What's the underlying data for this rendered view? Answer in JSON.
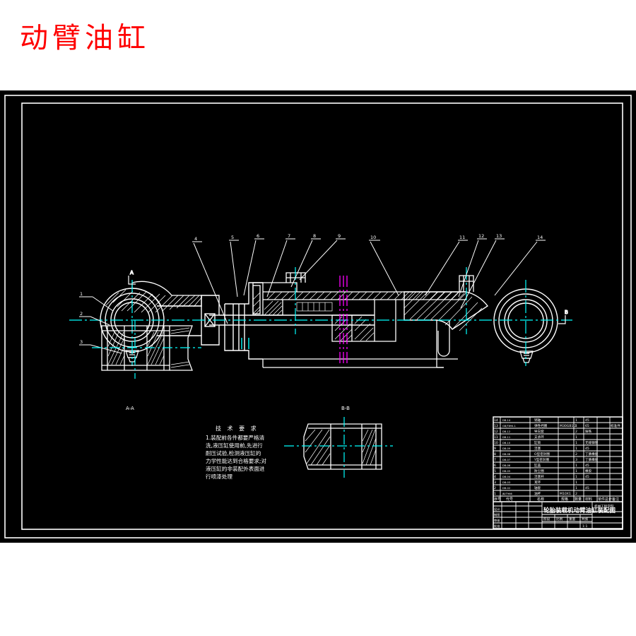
{
  "header": {
    "title": "动臂油缸"
  },
  "drawing": {
    "sheet": {
      "background_color": "#000000",
      "line_color": "#ffffff",
      "centerline_color": "#00ffff",
      "breakline_color": "#ff00ff",
      "title_color": "#ff0000"
    },
    "view_name": "动臂油缸装配图",
    "balloons": [
      "1",
      "2",
      "3",
      "4",
      "5",
      "6",
      "7",
      "8",
      "9",
      "10",
      "11",
      "12",
      "13",
      "14"
    ],
    "section_marks": [
      "A",
      "B"
    ],
    "section_views": [
      {
        "label": "A-A"
      },
      {
        "label": "B-B"
      }
    ],
    "tech_requirements": {
      "heading": "技 术 要 求",
      "lines": [
        "1.装配前各件都要严格清",
        "洗,液压缸使用前,先进行",
        "耐压试验,检测液压缸的",
        "力学性能达到合格要求;对",
        "液压缸的非装配外表面进",
        "行喷漆处理"
      ]
    },
    "bom": {
      "columns": [
        "序号",
        "代号",
        "名称",
        "规格",
        "数量",
        "材料",
        "单件总计",
        "备注"
      ],
      "rows": [
        {
          "no": "14",
          "code": "DB-14",
          "name": "销轴",
          "spec": "",
          "qty": "1",
          "material": "45",
          "weight": "",
          "remark": ""
        },
        {
          "no": "13",
          "code": "GB/T894.1",
          "name": "弹性挡圈",
          "spec": "M30GB1.2",
          "qty": "1",
          "material": "65",
          "weight": "",
          "remark": "标准件"
        },
        {
          "no": "12",
          "code": "DB-12",
          "name": "导向套",
          "spec": "",
          "qty": "2",
          "material": "铸铁",
          "weight": "",
          "remark": ""
        },
        {
          "no": "11",
          "code": "DB-11",
          "name": "支承环",
          "spec": "",
          "qty": "1",
          "material": "",
          "weight": "",
          "remark": ""
        },
        {
          "no": "10",
          "code": "DB-10",
          "name": "缸筒",
          "spec": "",
          "qty": "1",
          "material": "无缝钢管",
          "weight": "",
          "remark": ""
        },
        {
          "no": "9",
          "code": "DB-09",
          "name": "活塞",
          "spec": "",
          "qty": "1",
          "material": "45",
          "weight": "",
          "remark": ""
        },
        {
          "no": "8",
          "code": "DB-08",
          "name": "O型密封圈",
          "spec": "",
          "qty": "2",
          "material": "丁腈橡胶",
          "weight": "",
          "remark": ""
        },
        {
          "no": "7",
          "code": "DB-07",
          "name": "Y型密封圈",
          "spec": "",
          "qty": "3",
          "material": "丁腈橡胶",
          "weight": "",
          "remark": ""
        },
        {
          "no": "6",
          "code": "DB-06",
          "name": "缸盖",
          "spec": "",
          "qty": "1",
          "material": "45",
          "weight": "",
          "remark": ""
        },
        {
          "no": "5",
          "code": "DB-05",
          "name": "防尘圈",
          "spec": "",
          "qty": "1",
          "material": "橡胶",
          "weight": "",
          "remark": ""
        },
        {
          "no": "4",
          "code": "DB-04",
          "name": "活塞杆",
          "spec": "",
          "qty": "1",
          "material": "45",
          "weight": "",
          "remark": ""
        },
        {
          "no": "3",
          "code": "DB-03",
          "name": "耳环",
          "spec": "",
          "qty": "1",
          "material": "",
          "weight": "",
          "remark": ""
        },
        {
          "no": "2",
          "code": "DB-02",
          "name": "轴套",
          "spec": "",
          "qty": "1",
          "material": "45",
          "weight": "",
          "remark": ""
        },
        {
          "no": "1",
          "code": "JB/T966",
          "name": "油杯",
          "spec": "M10X1",
          "qty": "2",
          "material": "",
          "weight": "",
          "remark": ""
        }
      ]
    },
    "title_block": {
      "drawing_name": "轮胎装载机动臂油缸装配图",
      "organization": "机械工程学院",
      "stage_label": "阶段",
      "scale_label": "比例",
      "weight_label": "重量",
      "sheet_label": "共张",
      "sheet_value": "1:1",
      "signature_rows": [
        "设计",
        "制图",
        "审核",
        "批准"
      ]
    }
  }
}
